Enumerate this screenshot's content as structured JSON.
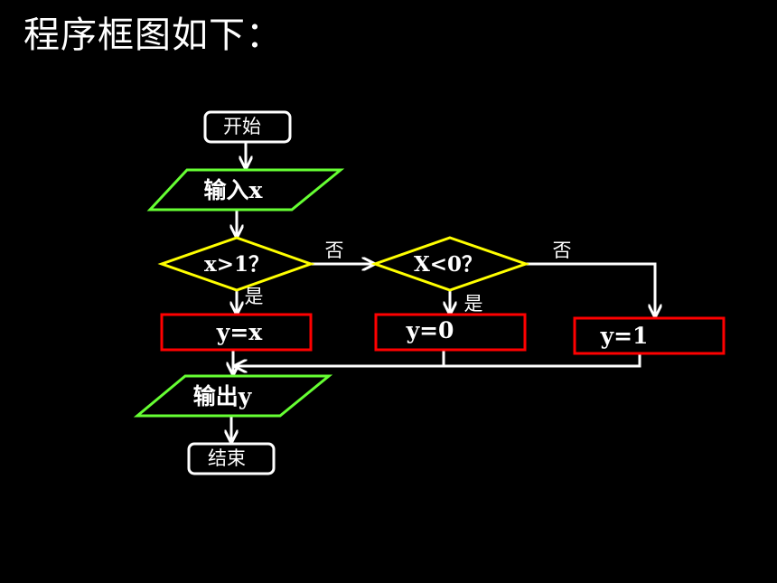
{
  "title": "程序框图如下：",
  "nodes": {
    "start": "开始",
    "input": "输入x",
    "cond1": "x>1？",
    "cond2": "X<0？",
    "assign_x": "y=x",
    "assign_0": "y=0",
    "assign_1": "y=1",
    "output": "输出y",
    "end": "结束"
  },
  "edge_labels": {
    "cond1_no": "否",
    "cond1_yes": "是",
    "cond2_no": "否",
    "cond2_yes": "是"
  },
  "colors": {
    "terminal": "#ffffff",
    "io": "#66ff33",
    "decision": "#ffff00",
    "process": "#ff0000",
    "edge": "#ffffff"
  }
}
